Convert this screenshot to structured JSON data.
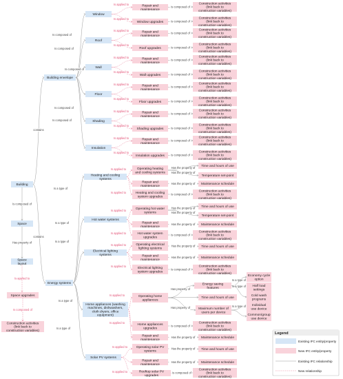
{
  "colors": {
    "existing": "#d6e6f6",
    "new": "#f9d3db",
    "edge_existing": "#999999",
    "edge_new": "#e8809a"
  },
  "nodes": {
    "building": "Building",
    "space": "Space",
    "space_layout": "Space layout",
    "space_upgrades": "Space upgrades",
    "ca_space": "Construction activities (link back to construction variables)",
    "building_envelope": "Building envelope",
    "energy_systems": "Energy systems",
    "window": "Window",
    "roof": "Roof",
    "wall": "Wall",
    "floor": "Floor",
    "shading": "Shading",
    "insulation": "Insulation",
    "rm": "Repair and maintenance",
    "window_upgrades": "Window upgrades",
    "roof_upgrades": "Roof upgrades",
    "wall_upgrades": "Wall upgrades",
    "floor_upgrades": "Floor upgrades",
    "shading_upgrades": "Shading upgrades",
    "insulation_upgrades": "Insulation upgrades",
    "ca": "Construction activities (link back to construction variables)",
    "hcs": "Heating and cooling systems",
    "op_hc": "Operating heating and cooling systems",
    "hc_upgrades": "Heating and cooling system upgrades",
    "time_use": "Time and hours of use",
    "temp_set": "Temperature set-point",
    "maint_sched": "Maintenance schedule",
    "hws": "Hot water systems",
    "op_hw": "Operating hot water systems",
    "hw_upgrades": "Hot water system upgrades",
    "els": "Electrical lighting systems",
    "op_el": "Operating electrical lighting systems",
    "el_upgrades": "Electrical lighting system upgrades",
    "appliances": "Home appliances (washing machines, dishwashers, cloth dryers, office equipment)",
    "op_app": "Operating home appliances",
    "app_upgrades": "Home appliances upgrades",
    "energy_features": "Energy saving features",
    "max_users": "Maximum number of users per device",
    "eco_cycle": "Economy cycle option",
    "half_load": "Half load settings",
    "cold_wash": "Cold wash programs",
    "individual": "Individual use device",
    "common": "Common/group use device",
    "solar": "Solar PV systems",
    "op_solar": "Operating solar PV systems",
    "rooftop": "Rooftop solar PV upgrades"
  },
  "relations": {
    "contains": "contains",
    "composed_of": "Is composed of",
    "is_composed_of": "is composed of",
    "applied_to": "Is applied to",
    "type_of": "Is a type of",
    "has_property": "Has property of",
    "has_the_property": "Has the property of"
  },
  "legend": {
    "title": "Legend",
    "existing_entity": "Existing IFC entity/property",
    "new_entity": "New IFC entity/property",
    "existing_rel": "Existing IFC relationship",
    "new_rel": "New relationship"
  }
}
